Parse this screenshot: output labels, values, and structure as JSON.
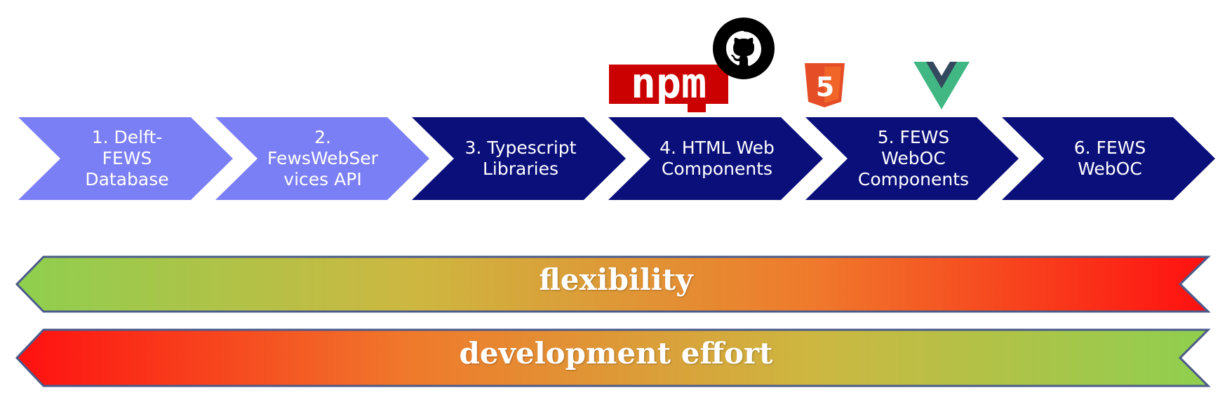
{
  "steps": [
    {
      "id": "s1",
      "label": "1. Delft-\nFEWS\nDatabase",
      "fill": "#7b7ff5",
      "text_color": "#ffffff"
    },
    {
      "id": "s2",
      "label": "2.\nFewsWebSer\nvices API",
      "fill": "#7b7ff5",
      "text_color": "#ffffff"
    },
    {
      "id": "s3",
      "label": "3. Typescript\nLibraries",
      "fill": "#0a0f7a",
      "text_color": "#ffffff"
    },
    {
      "id": "s4",
      "label": "4. HTML Web\nComponents",
      "fill": "#0a0f7a",
      "text_color": "#ffffff"
    },
    {
      "id": "s5",
      "label": "5. FEWS\nWebOC\nComponents",
      "fill": "#0a0f7a",
      "text_color": "#ffffff"
    },
    {
      "id": "s6",
      "label": "6. FEWS\nWebOC",
      "fill": "#0a0f7a",
      "text_color": "#ffffff"
    }
  ],
  "logos": {
    "npm": {
      "text": "npm",
      "color": "#cb0000"
    },
    "github": {
      "color": "#000000"
    },
    "html5": {
      "text": "5",
      "color": "#e44d26"
    },
    "vue": {
      "outer_color": "#41b883",
      "inner_color": "#34495e"
    }
  },
  "bands": {
    "flexibility": {
      "label": "flexibility",
      "gradient": [
        "#8fcf4f",
        "#cdb741",
        "#ef7a2c",
        "#ff1010"
      ]
    },
    "effort": {
      "label": "development effort",
      "gradient": [
        "#ff1010",
        "#ef7a2c",
        "#cdb741",
        "#8fcf4f"
      ]
    },
    "outline_color": "#4a5a8a"
  }
}
